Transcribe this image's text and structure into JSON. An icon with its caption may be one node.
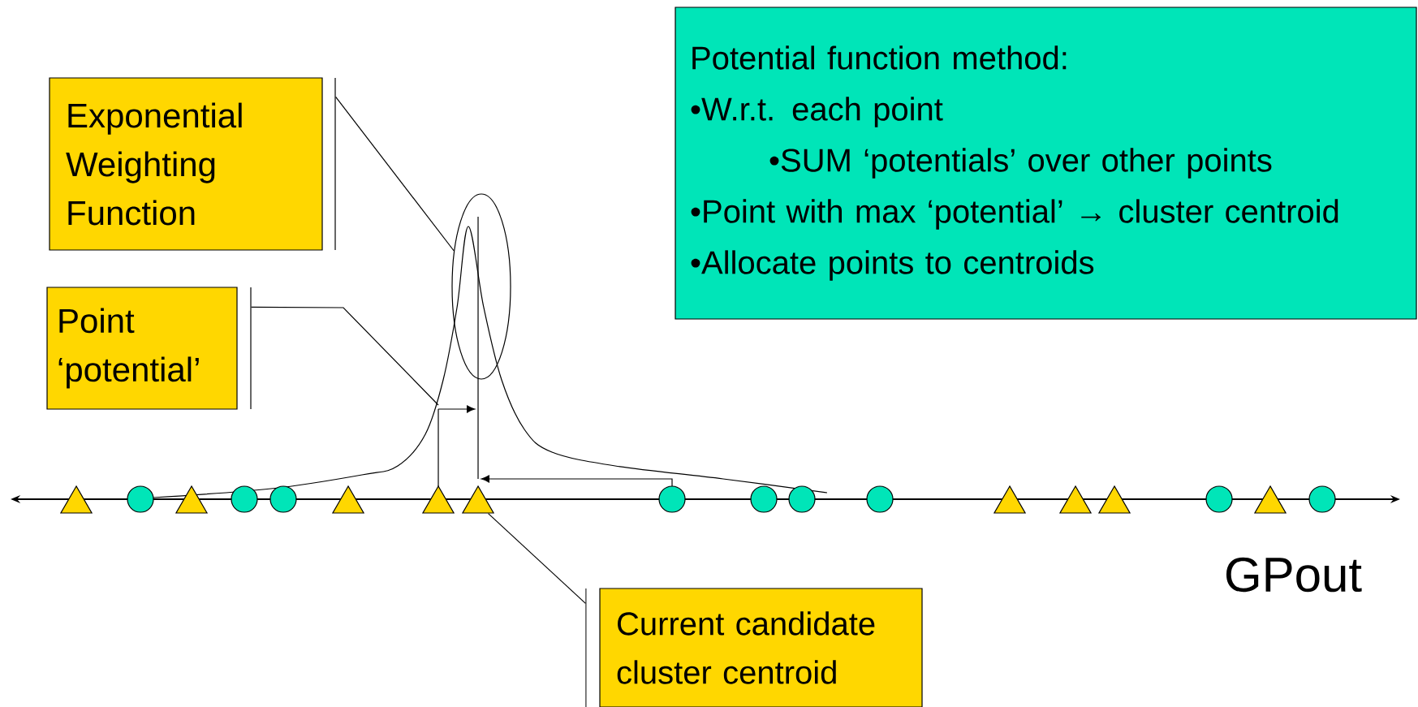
{
  "diagram": {
    "nodes": [
      {
        "text": [
          "Potential function method:",
          "•W.r.t. each point",
          "•SUM ‘potentials’ over other points",
          "•Point with max ‘potential’ → cluster centroid",
          "•Allocate points to centroids"
        ]
      },
      {
        "text": [
          "Exponential Weighting Function"
        ]
      },
      {
        "text": [],
        "shape": "ellipse"
      },
      {
        "text": [
          "Point ‘potential’"
        ]
      },
      {
        "text": [],
        "shape": "triangle"
      },
      {
        "text": [
          "Current candidate cluster centroid"
        ]
      },
      {
        "text": [],
        "shape": "triangle"
      },
      {
        "text": [],
        "shape": "circle"
      },
      {
        "text": [],
        "shape": "triangle"
      },
      {
        "text": [],
        "shape": "circle"
      },
      {
        "text": [],
        "shape": "circle"
      },
      {
        "text": [],
        "shape": "triangle"
      },
      {
        "text": [],
        "shape": "triangle"
      },
      {
        "text": [],
        "shape": "circle"
      },
      {
        "text": [],
        "shape": "circle"
      },
      {
        "text": [],
        "shape": "circle"
      },
      {
        "text": [],
        "shape": "circle"
      },
      {
        "text": [],
        "shape": "triangle"
      },
      {
        "text": [],
        "shape": "triangle"
      },
      {
        "text": [],
        "shape": "triangle"
      },
      {
        "text": [],
        "shape": "circle"
      },
      {
        "text": [],
        "shape": "triangle"
      },
      {
        "text": [],
        "shape": "circle"
      }
    ],
    "edges": [
      {
        "from": 1,
        "to": 2,
        "arrow": "none"
      },
      {
        "from": 3,
        "to": null,
        "arrow": "none"
      },
      {
        "from": 5,
        "to": 4,
        "arrow": "none"
      }
    ],
    "labels": [
      "GPout"
    ]
  }
}
